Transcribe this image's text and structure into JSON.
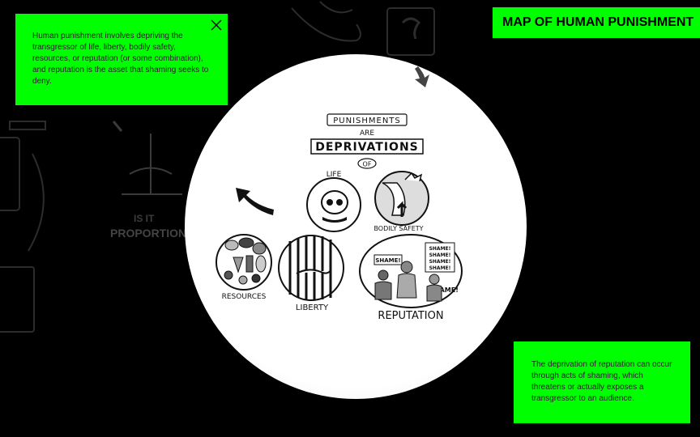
{
  "header": {
    "title": "MAP OF HUMAN PUNISHMENT"
  },
  "info_top": {
    "text": "Human punishment involves depriving the transgressor of life, liberty, bodily safety, resources, or reputation (or some combination), and reputation is the asset that shaming seeks to deny."
  },
  "info_bottom": {
    "text": "The deprivation of reputation can occur through acts of shaming, which threatens or actually exposes a transgressor to an audience."
  },
  "diagram": {
    "heading_top": "PUNISHMENTS",
    "heading_mid": "ARE",
    "heading_main": "DEPRIVATIONS",
    "heading_of": "OF",
    "life_label": "LIFE",
    "bodily_label": "BODILY SAFETY",
    "resources_label": "RESOURCES",
    "liberty_label": "LIBERTY",
    "reputation_label": "REPUTATION",
    "shame_1": "SHAME!",
    "shame_2": "SHAME!",
    "shame_3": "SHAME!",
    "shame_4": "SHAME!",
    "shame_5": "SHAME!",
    "shame_6": "SHAME!"
  },
  "background": {
    "question_partial": "IS IT",
    "proportional_partial": "PROPORTIONAL?"
  },
  "colors": {
    "accent": "#00ff00",
    "background": "#000000"
  }
}
